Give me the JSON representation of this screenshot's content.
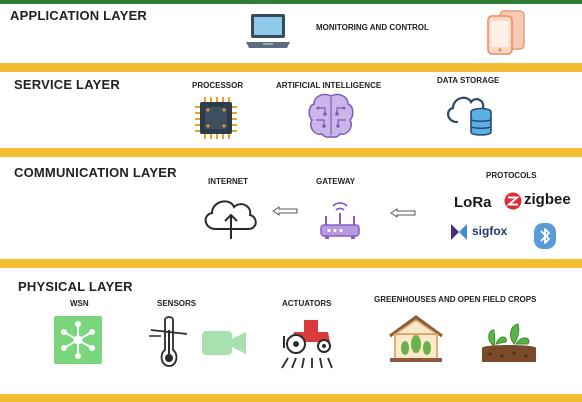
{
  "layers": {
    "application": {
      "title": "APPLICATION LAYER",
      "items": [
        "MONITORING AND CONTROL"
      ]
    },
    "service": {
      "title": "SERVICE LAYER",
      "items": [
        "PROCESSOR",
        "ARTIFICIAL INTELLIGENCE",
        "DATA STORAGE"
      ]
    },
    "communication": {
      "title": "COMMUNICATION LAYER",
      "items": [
        "INTERNET",
        "GATEWAY",
        "PROTOCOLS"
      ],
      "protocols": [
        "LoRa",
        "zigbee",
        "sigfox"
      ]
    },
    "physical": {
      "title": "PHYSICAL LAYER",
      "items": [
        "WSN",
        "SENSORS",
        "ACTUATORS",
        "GREENHOUSES AND OPEN FIELD CROPS"
      ]
    }
  },
  "colors": {
    "separator": "#f2bd31",
    "top_border": "#2e7d32",
    "accent_green": "#7ad67c",
    "purple": "#8a5cc7",
    "blue": "#2d6fb5",
    "orange": "#f3a96b"
  },
  "icons": [
    "laptop-icon",
    "smartphone-icon",
    "processor-chip-icon",
    "brain-circuit-icon",
    "cloud-database-icon",
    "cloud-upload-icon",
    "router-icon",
    "bluetooth-icon",
    "network-node-icon",
    "thermometer-icon",
    "video-camera-icon",
    "tractor-icon",
    "greenhouse-icon",
    "seedlings-icon",
    "arrow-left-icon"
  ]
}
